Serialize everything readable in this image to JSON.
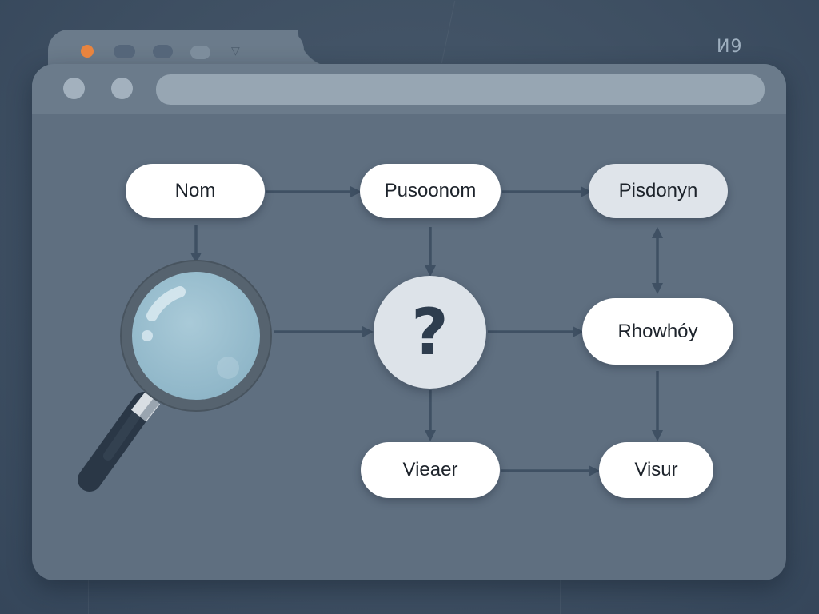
{
  "corner_label": "И9",
  "browser": {
    "tabs": [
      {
        "name": "tab-active-dot",
        "color": "#e8843f"
      },
      {
        "name": "tab-pill-1"
      },
      {
        "name": "tab-pill-2"
      },
      {
        "name": "tab-pill-3"
      }
    ],
    "tab_caret": "▽",
    "address_bar": {
      "value": ""
    }
  },
  "diagram": {
    "nodes": {
      "nom": "Nom",
      "pusoonom": "Pusoonom",
      "pisdonyn": "Pisdonyn",
      "decision": "?",
      "rhowhoy": "Rhowhóy",
      "vieaer": "Vieaer",
      "visur": "Visur"
    },
    "edges": [
      {
        "from": "Nom",
        "to": "Pusoonom"
      },
      {
        "from": "Pusoonom",
        "to": "Pisdonyn"
      },
      {
        "from": "Nom",
        "to": "magnifier"
      },
      {
        "from": "Pusoonom",
        "to": "?"
      },
      {
        "from": "magnifier",
        "to": "?"
      },
      {
        "from": "?",
        "to": "Rhowhóy"
      },
      {
        "from": "Pisdonyn",
        "to": "Rhowhóy",
        "bidirectional": true
      },
      {
        "from": "?",
        "to": "Vieaer"
      },
      {
        "from": "Rhowhóy",
        "to": "Visur"
      },
      {
        "from": "Vieaer",
        "to": "Visur"
      }
    ],
    "icons": [
      "magnifier-icon",
      "question-mark-icon"
    ]
  },
  "colors": {
    "background": "#3e4f62",
    "window": "#5f6f80",
    "toolbar": "#6b7b8b",
    "accent": "#e8843f",
    "connector": "#3f5063",
    "node": "#ffffff",
    "node_alt": "#dfe4ea"
  }
}
